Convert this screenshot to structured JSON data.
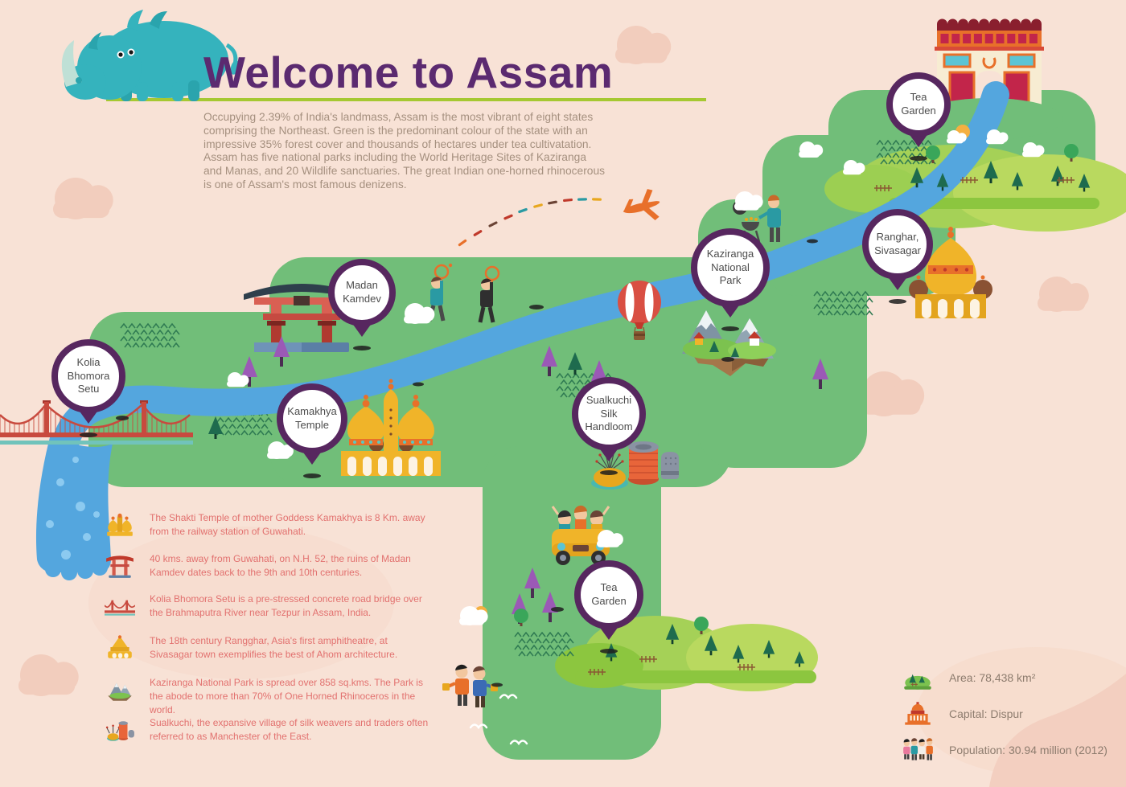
{
  "header": {
    "title": "Welcome to Assam",
    "intro": "Occupying 2.39% of India's landmass, Assam is the most vibrant of eight states comprising the Northeast. Green is the predominant colour of the state with an impressive 35% forest cover and thousands of hectares under tea cultivatation. Assam has five national parks including the World Heritage Sites of Kaziranga and Manas, and 20 Wildlife sanctuaries. The great Indian one-horned rhinocerous is one of Assam's most famous denizens."
  },
  "map": {
    "markers": [
      {
        "id": "tea-garden-north",
        "label": "Tea Garden"
      },
      {
        "id": "ranghar-sivasagar",
        "label": "Ranghar, Sivasagar"
      },
      {
        "id": "kaziranga-national-park",
        "label": "Kaziranga National Park"
      },
      {
        "id": "madan-kamdev",
        "label": "Madan Kamdev"
      },
      {
        "id": "kolia-bhomora-setu",
        "label": "Kolia Bhomora Setu"
      },
      {
        "id": "kamakhya-temple",
        "label": "Kamakhya Temple"
      },
      {
        "id": "sualkuchi-silk-handloom",
        "label": "Sualkuchi Silk Handloom"
      },
      {
        "id": "tea-garden-south",
        "label": "Tea Garden"
      }
    ]
  },
  "facts": [
    {
      "icon": "temple-icon",
      "text": "The Shakti Temple of mother Goddess Kamakhya is 8 Km. away from the railway station of Guwahati."
    },
    {
      "icon": "torii-gate-icon",
      "text": "40 kms. away from Guwahati, on N.H. 52, the ruins of Madan Kamdev dates back to the 9th and 10th centuries."
    },
    {
      "icon": "bridge-icon",
      "text": "Kolia Bhomora Setu is a pre-stressed concrete road bridge over the Brahmaputra River near Tezpur in Assam, India."
    },
    {
      "icon": "pagoda-icon",
      "text": "The 18th century Rangghar, Asia's first amphitheatre, at Sivasagar town exemplifies the best of Ahom architecture."
    },
    {
      "icon": "mountain-icon",
      "text": "Kaziranga National Park is spread over 858 sq.kms. The Park is the abode to more than 70% of One Horned Rhinoceros in the world."
    },
    {
      "icon": "silk-icon",
      "text": "Sualkuchi, the expansive village of silk weavers and traders often referred to as Manchester of the East."
    }
  ],
  "stats": [
    {
      "icon": "hill-icon",
      "label": "Area: 78,438 km²"
    },
    {
      "icon": "capitol-icon",
      "label": "Capital: Dispur"
    },
    {
      "icon": "people-icon",
      "label": "Population: 30.94 million (2012)"
    }
  ],
  "colors": {
    "background": "#f8e2d6",
    "map_green": "#71be79",
    "river_blue": "#54a6de",
    "marker_purple": "#57275f",
    "title_purple": "#5b2a70",
    "accent_line": "#a6c832",
    "fact_text": "#e2716f",
    "stat_text": "#8d7c6e"
  }
}
